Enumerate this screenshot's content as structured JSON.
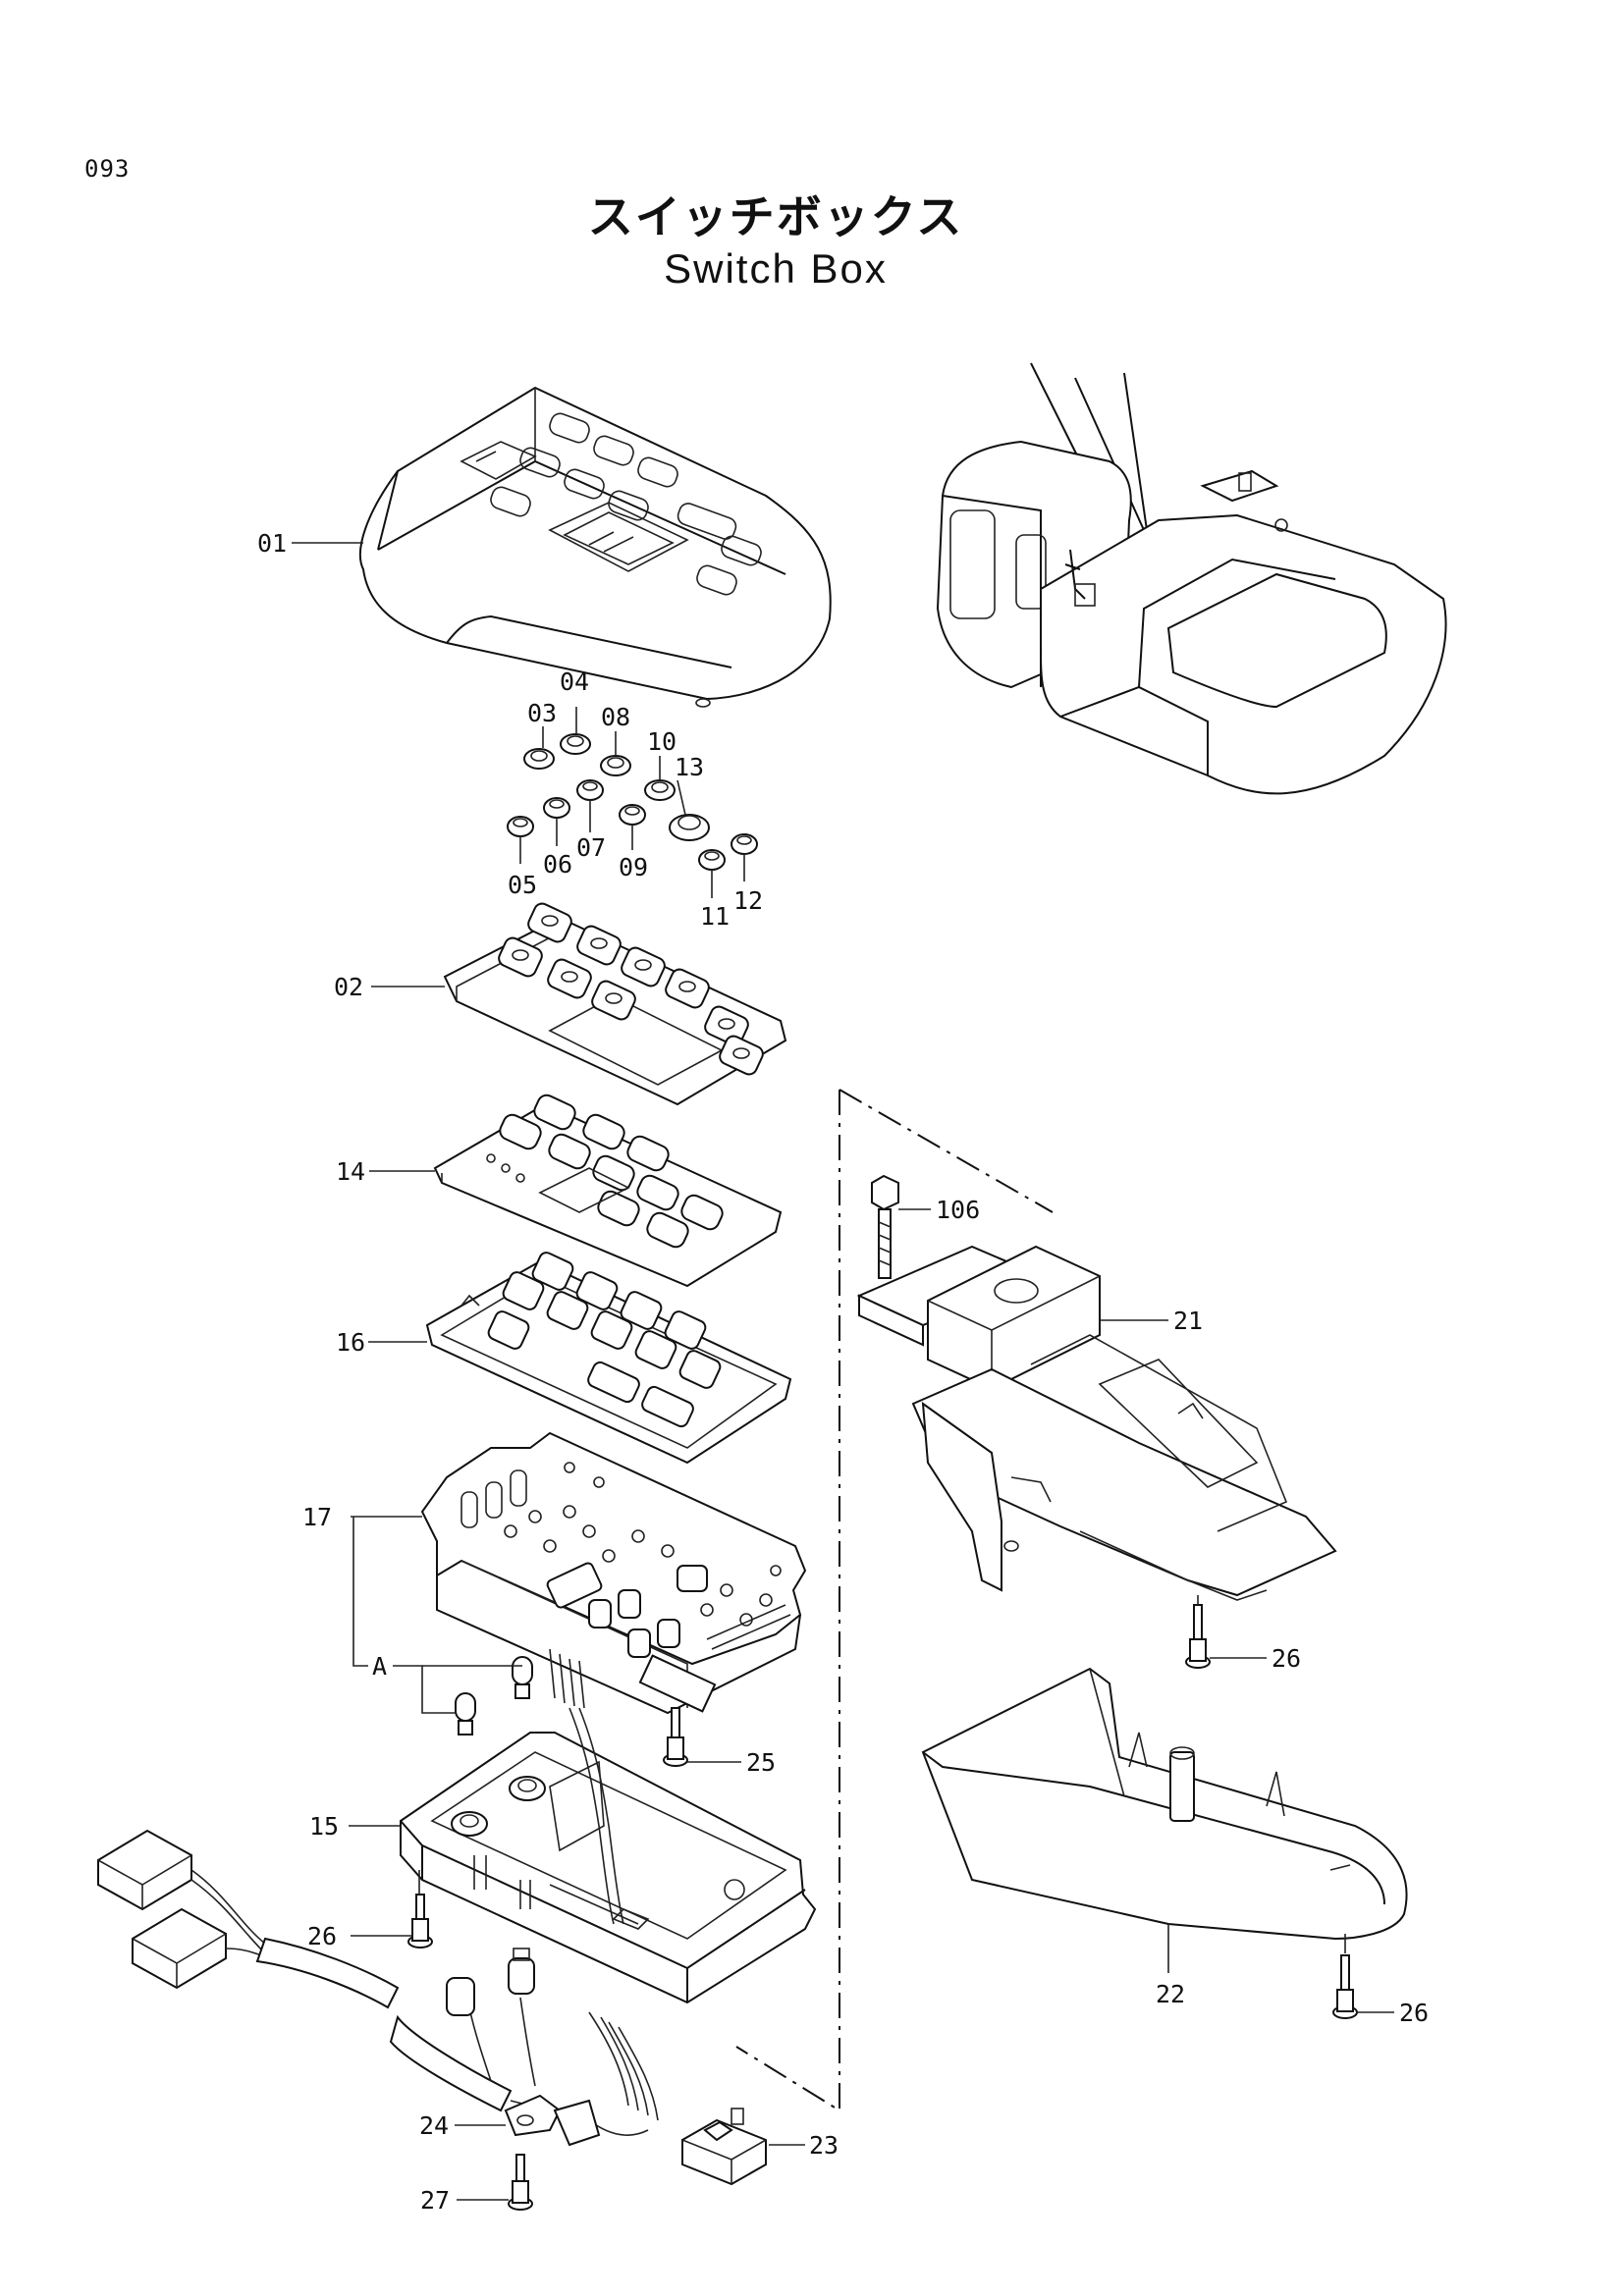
{
  "page_number": "093",
  "title": {
    "japanese": "スイッチボックス",
    "english": "Switch Box"
  },
  "part_labels": {
    "p01": "01",
    "p02": "02",
    "p03": "03",
    "p04": "04",
    "p05": "05",
    "p06": "06",
    "p07": "07",
    "p08": "08",
    "p09": "09",
    "p10": "10",
    "p11": "11",
    "p12": "12",
    "p13": "13",
    "p14": "14",
    "p15": "15",
    "p16": "16",
    "p17": "17",
    "pA": "A",
    "p21": "21",
    "p22": "22",
    "p23": "23",
    "p24": "24",
    "p25": "25",
    "p26a": "26",
    "p26b": "26",
    "p26c": "26",
    "p27": "27",
    "p106": "106"
  }
}
